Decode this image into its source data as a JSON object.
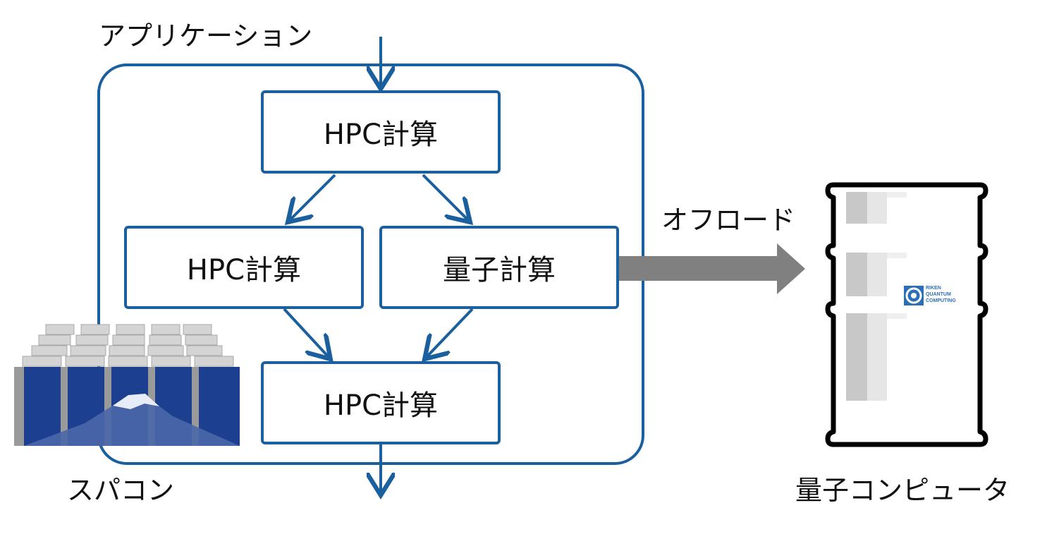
{
  "labels": {
    "application": "アプリケーション",
    "offload": "オフロード",
    "supercomputer": "スパコン",
    "quantum_computer": "量子コンピュータ"
  },
  "boxes": {
    "top": "HPC計算",
    "middle_left": "HPC計算",
    "middle_right": "量子計算",
    "bottom": "HPC計算"
  },
  "logo": {
    "line1": "RIKEN",
    "line2": "QUANTUM",
    "line3": "COMPUTING"
  },
  "colors": {
    "frame_blue": "#1a5f9e",
    "arrow_gray": "#808080",
    "rack_blue": "#1c3f8f"
  },
  "icons": [
    "supercomputer-icon",
    "quantum-computer-icon",
    "offload-arrow-icon"
  ]
}
